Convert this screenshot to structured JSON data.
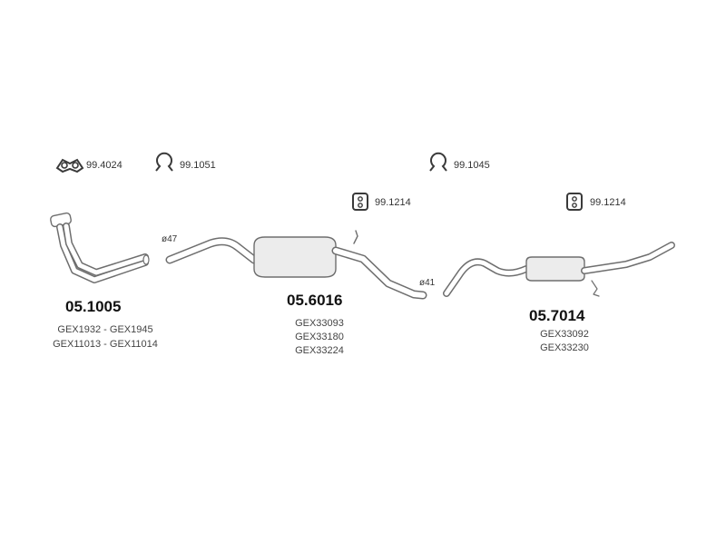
{
  "hardware": {
    "gasket_99_4024": "99.4024",
    "clamp_99_1051": "99.1051",
    "clamp_99_1045": "99.1045",
    "mount_99_1214_a": "99.1214",
    "mount_99_1214_b": "99.1214"
  },
  "diameters": {
    "front": "ø47",
    "rear": "ø41"
  },
  "parts": {
    "front_pipe": {
      "number": "05.1005",
      "refs": [
        "GEX1932 - GEX1945",
        "GEX11013 - GEX11014"
      ]
    },
    "center_silencer": {
      "number": "05.6016",
      "refs": [
        "GEX33093",
        "GEX33180",
        "GEX33224"
      ]
    },
    "rear_silencer": {
      "number": "05.7014",
      "refs": [
        "GEX33092",
        "GEX33230"
      ]
    }
  },
  "colors": {
    "line": "#6e6e6e",
    "muffler_fill": "#ececec",
    "text": "#2a2a2a"
  }
}
